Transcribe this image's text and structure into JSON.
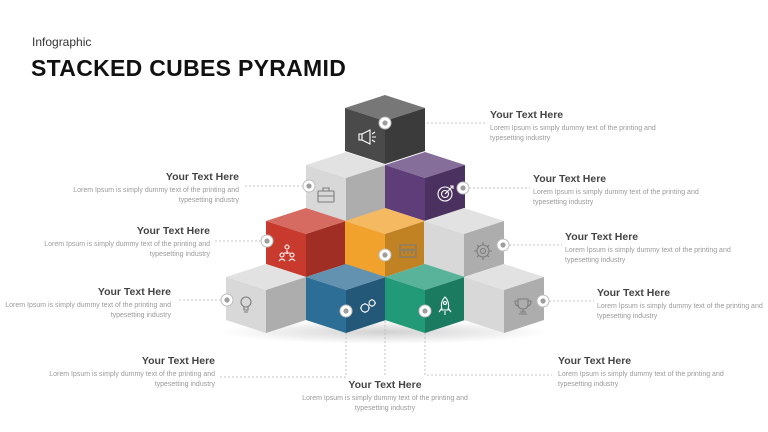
{
  "header": {
    "eyebrow": "Infographic",
    "title": "STACKED CUBES PYRAMID"
  },
  "labels": [
    {
      "heading": "Your Text Here",
      "body": "Lorem Ipsum is simply dummy text of the printing and typesetting industry"
    },
    {
      "heading": "Your Text Here",
      "body": "Lorem Ipsum is simply dummy text of the printing and typesetting industry"
    },
    {
      "heading": "Your Text Here",
      "body": "Lorem Ipsum is simply dummy text of the printing and typesetting industry"
    },
    {
      "heading": "Your Text Here",
      "body": "Lorem Ipsum is simply dummy text of the printing and typesetting industry"
    },
    {
      "heading": "Your Text Here",
      "body": "Lorem Ipsum is simply dummy text of the printing and typesetting industry"
    },
    {
      "heading": "Your Text Here",
      "body": "Lorem Ipsum is simply dummy text of the printing and typesetting industry"
    },
    {
      "heading": "Your Text Here",
      "body": "Lorem Ipsum is simply dummy text of the printing and typesetting industry"
    },
    {
      "heading": "Your Text Here",
      "body": "Lorem Ipsum is simply dummy text of the printing and typesetting industry"
    },
    {
      "heading": "Your Text Here",
      "body": "Lorem Ipsum is simply dummy text of the printing and typesetting industry"
    },
    {
      "heading": "Your Text Here",
      "body": "Lorem Ipsum is simply dummy text of the printing and typesetting industry"
    }
  ],
  "cubes": [
    {
      "icon": "megaphone-icon",
      "color": "#4a4a4a"
    },
    {
      "icon": "briefcase-icon",
      "color": "#d8d8d8"
    },
    {
      "icon": "target-icon",
      "color": "#5e3d78"
    },
    {
      "icon": "team-icon",
      "color": "#c83a2e"
    },
    {
      "icon": "building-icon",
      "color": "#f0a22c"
    },
    {
      "icon": "gear-icon",
      "color": "#d8d8d8"
    },
    {
      "icon": "lightbulb-icon",
      "color": "#d8d8d8"
    },
    {
      "icon": "gears-icon",
      "color": "#2d6e96"
    },
    {
      "icon": "rocket-icon",
      "color": "#229a78"
    },
    {
      "icon": "trophy-icon",
      "color": "#d8d8d8"
    }
  ]
}
